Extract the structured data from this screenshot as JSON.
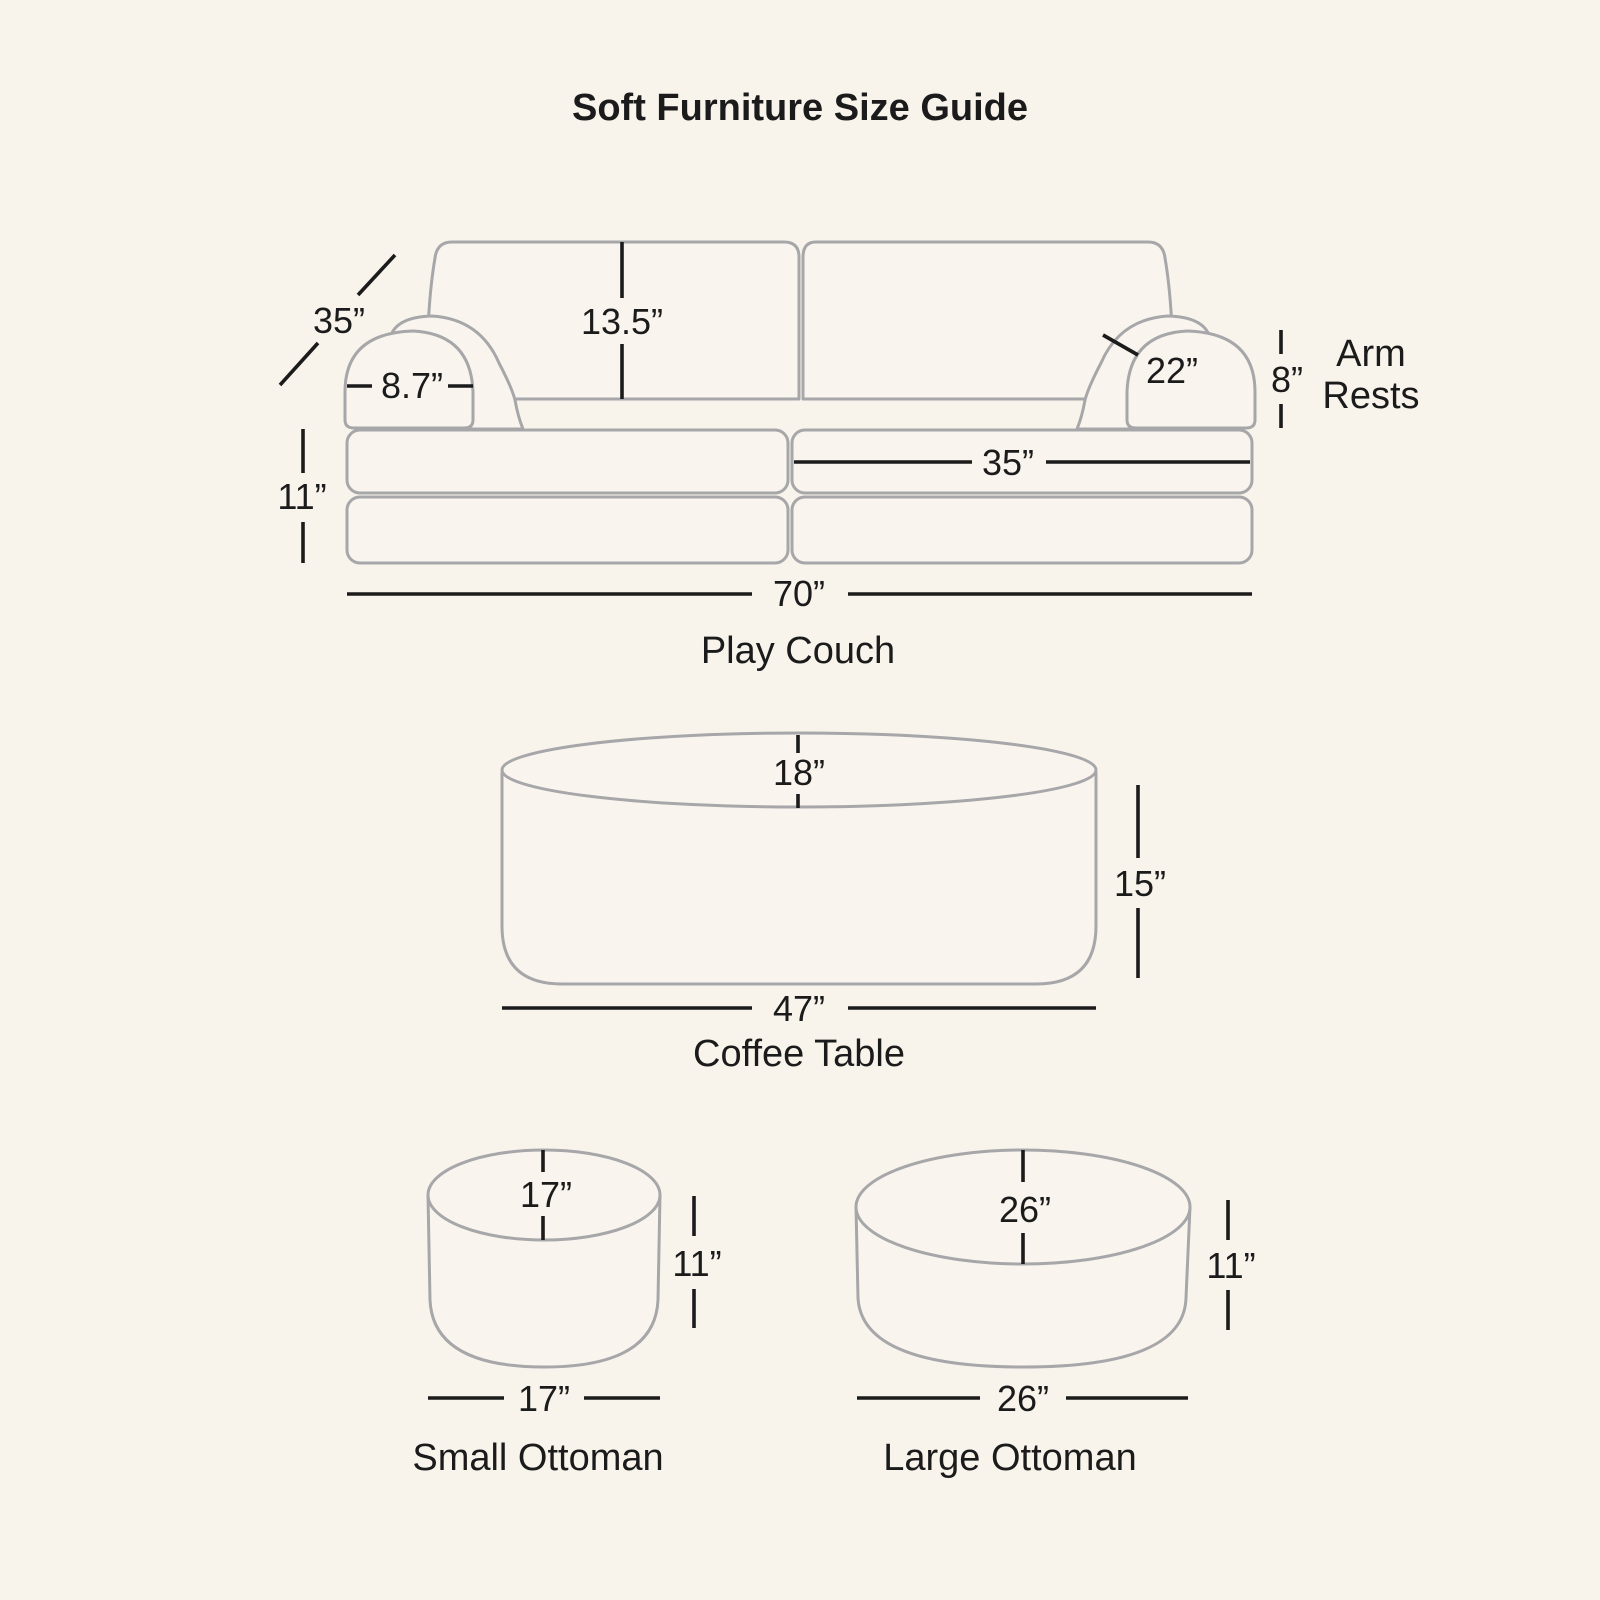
{
  "title": "Soft Furniture Size Guide",
  "play_couch": {
    "label": "Play Couch",
    "depth": "35”",
    "back_height": "13.5”",
    "arm_front_width": "8.7”",
    "arm_length": "22”",
    "arm_height": "8”",
    "arm_note_line1": "Arm",
    "arm_note_line2": "Rests",
    "base_height": "11”",
    "seat_width": "35”",
    "overall_width": "70”"
  },
  "coffee_table": {
    "label": "Coffee Table",
    "depth": "18”",
    "height": "15”",
    "width": "47”"
  },
  "small_ottoman": {
    "label": "Small Ottoman",
    "top_diameter": "17”",
    "height": "11”",
    "diameter": "17”"
  },
  "large_ottoman": {
    "label": "Large Ottoman",
    "top_diameter": "26”",
    "height": "11”",
    "diameter": "26”"
  },
  "colors": {
    "background": "#f8f4ec",
    "furniture_fill": "#f9f5ee",
    "furniture_outline": "#a7a7aa",
    "ink": "#1b1b1b"
  }
}
